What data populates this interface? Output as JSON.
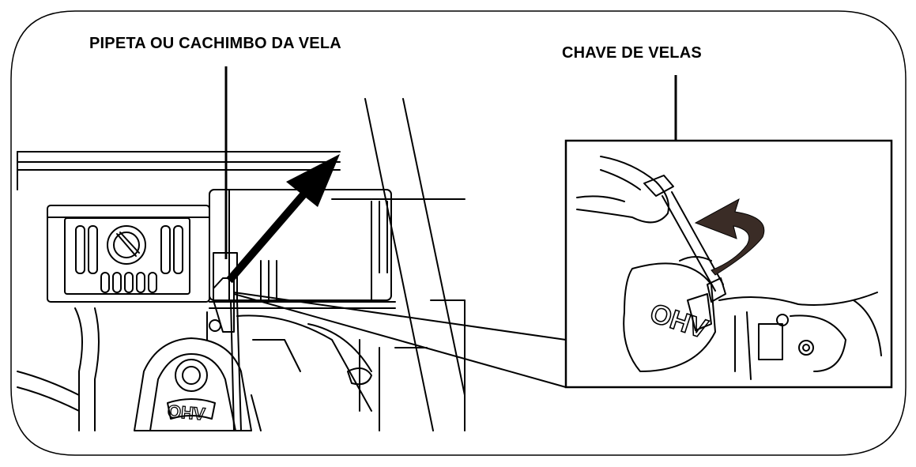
{
  "labels": {
    "spark_plug_cap": "PIPETA OU CACHIMBO DA VELA",
    "spark_plug_wrench": "CHAVE DE VELAS"
  },
  "engine_badge": {
    "main": "OHV",
    "detail": "OHV"
  },
  "colors": {
    "line": "#000000",
    "background": "#ffffff",
    "rotation_arrow": "#3a2c26"
  },
  "icons": [
    "arrow-up-right-icon",
    "rotation-arrow-icon",
    "hand-icon"
  ]
}
